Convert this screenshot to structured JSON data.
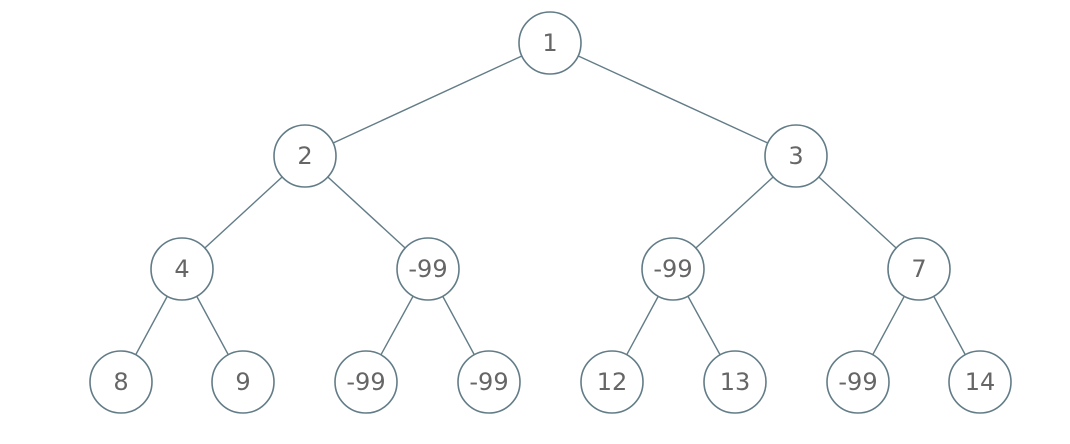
{
  "tree": {
    "nodes": [
      {
        "id": "n0",
        "label": "1"
      },
      {
        "id": "n1",
        "label": "2"
      },
      {
        "id": "n2",
        "label": "3"
      },
      {
        "id": "n3",
        "label": "4"
      },
      {
        "id": "n4",
        "label": "-99"
      },
      {
        "id": "n5",
        "label": "-99"
      },
      {
        "id": "n6",
        "label": "7"
      },
      {
        "id": "n7",
        "label": "8"
      },
      {
        "id": "n8",
        "label": "9"
      },
      {
        "id": "n9",
        "label": "-99"
      },
      {
        "id": "n10",
        "label": "-99"
      },
      {
        "id": "n11",
        "label": "12"
      },
      {
        "id": "n12",
        "label": "13"
      },
      {
        "id": "n13",
        "label": "-99"
      },
      {
        "id": "n14",
        "label": "14"
      }
    ],
    "edges": [
      [
        "n0",
        "n1"
      ],
      [
        "n0",
        "n2"
      ],
      [
        "n1",
        "n3"
      ],
      [
        "n1",
        "n4"
      ],
      [
        "n2",
        "n5"
      ],
      [
        "n2",
        "n6"
      ],
      [
        "n3",
        "n7"
      ],
      [
        "n3",
        "n8"
      ],
      [
        "n4",
        "n9"
      ],
      [
        "n4",
        "n10"
      ],
      [
        "n5",
        "n11"
      ],
      [
        "n5",
        "n12"
      ],
      [
        "n6",
        "n13"
      ],
      [
        "n6",
        "n14"
      ]
    ],
    "colors": {
      "stroke": "#627c87",
      "fill": "#ffffff",
      "text": "#666666"
    }
  }
}
